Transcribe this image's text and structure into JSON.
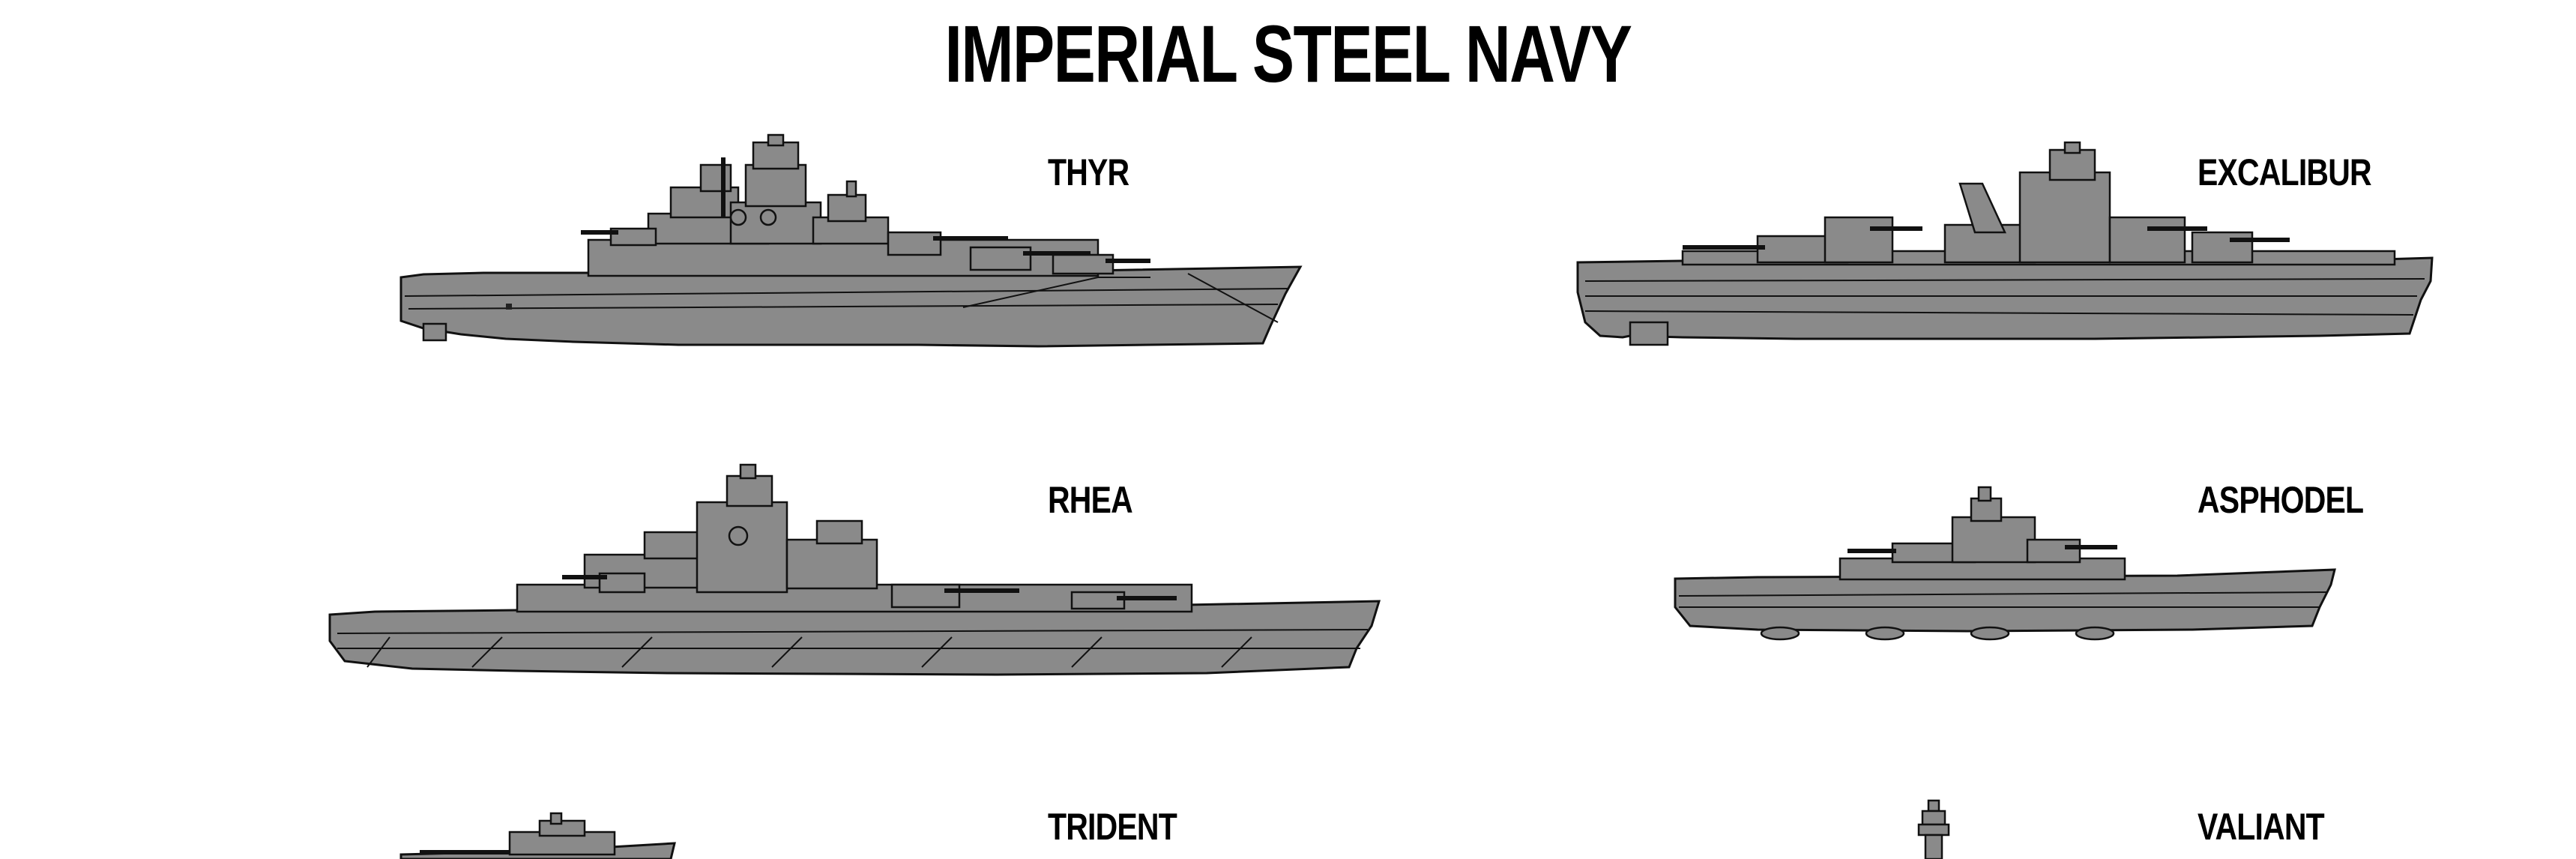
{
  "page": {
    "title": "IMPERIAL STEEL NAVY"
  },
  "ships": [
    {
      "name": "THYR"
    },
    {
      "name": "EXCALIBUR"
    },
    {
      "name": "RHEA"
    },
    {
      "name": "ASPHODEL"
    },
    {
      "name": "TRIDENT"
    },
    {
      "name": "VALIANT"
    }
  ],
  "colors": {
    "hull": "#8a8a8a",
    "outline": "#111111",
    "background": "#ffffff"
  }
}
